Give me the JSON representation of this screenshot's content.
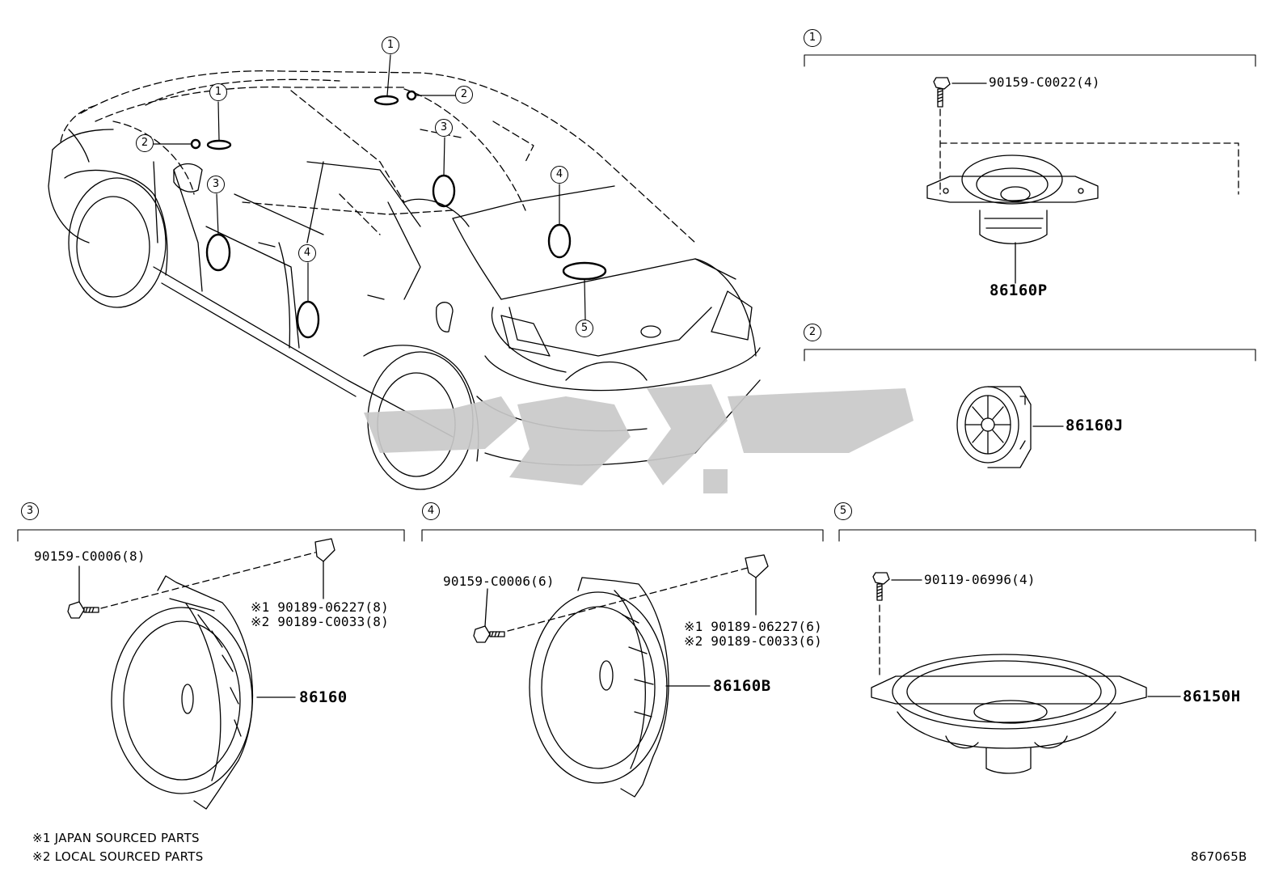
{
  "callouts": {
    "c1": "1",
    "c2": "2",
    "c3": "3",
    "c4": "4",
    "c5": "5"
  },
  "section1": {
    "bolt": "90159-C0022(4)",
    "part": "86160P"
  },
  "section2": {
    "part": "86160J"
  },
  "section3": {
    "bolt": "90159-C0006(8)",
    "clip1": "※1 90189-06227(8)",
    "clip2": "※2 90189-C0033(8)",
    "part": "86160"
  },
  "section4": {
    "bolt": "90159-C0006(6)",
    "clip1": "※1 90189-06227(6)",
    "clip2": "※2 90189-C0033(6)",
    "part": "86160B"
  },
  "section5": {
    "bolt": "90119-06996(4)",
    "part": "86150H"
  },
  "notes": {
    "japan": "※1 JAPAN SOURCED PARTS",
    "local": "※2 LOCAL SOURCED PARTS"
  },
  "diagram_id": "867065B",
  "colors": {
    "line": "#000000",
    "watermark": "#c9c9c9"
  }
}
